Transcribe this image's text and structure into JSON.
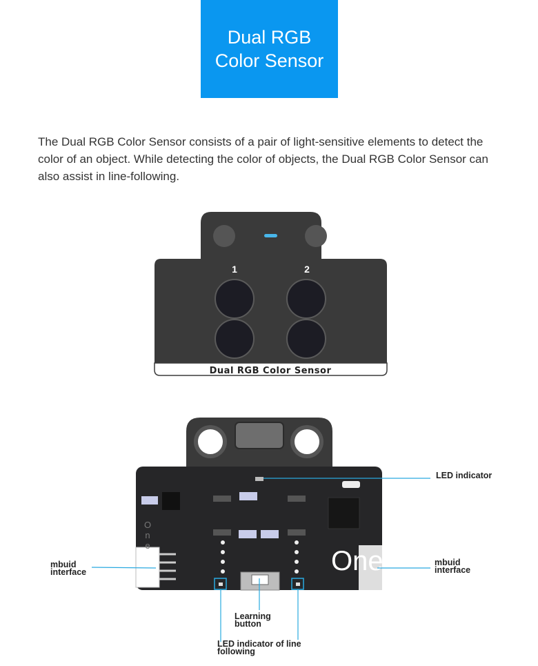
{
  "header": {
    "title_line1": "Dual RGB",
    "title_line2": "Color Sensor",
    "accent_color": "#0a97f0"
  },
  "description": "The Dual RGB Color Sensor consists of a pair of light-sensitive elements to detect the color of an object. While detecting the color of objects, the Dual RGB Color Sensor can also assist in line-following.",
  "front_view": {
    "sensor_number_1": "1",
    "sensor_number_2": "2",
    "board_label": "Dual RGB Color Sensor"
  },
  "back_view": {
    "watermark_left": "One",
    "watermark_right": "One",
    "labels": {
      "led_indicator": "LED indicator",
      "mbuild_left_line1": "mbuid",
      "mbuild_left_line2": "interface",
      "mbuild_right_line1": "mbuid",
      "mbuild_right_line2": "interface",
      "learning_line1": "Learning",
      "learning_line2": "button",
      "line_led_line1": "LED indicator of line",
      "line_led_line2": "following"
    },
    "callout_color": "#29a9e0"
  }
}
